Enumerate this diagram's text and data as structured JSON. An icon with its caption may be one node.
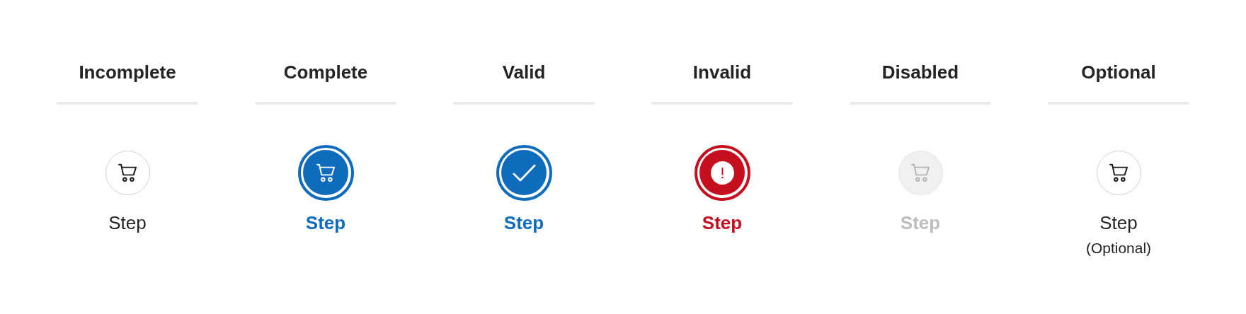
{
  "diagram": {
    "nodes": [
      {
        "text": [],
        "shape": "circle",
        "beside": [
          "Incomplete",
          "Step"
        ]
      },
      {
        "text": [],
        "shape": "circle",
        "beside": [
          "Complete",
          "Step"
        ]
      },
      {
        "text": [],
        "shape": "circle",
        "beside": [
          "Valid",
          "Step"
        ]
      },
      {
        "text": [],
        "shape": "circle",
        "beside": [
          "Invalid",
          "Step"
        ]
      },
      {
        "text": [],
        "shape": "circle",
        "beside": [
          "Disabled",
          "Step"
        ]
      },
      {
        "text": [],
        "shape": "circle",
        "beside": [
          "Optional",
          "Step",
          "(Optional)"
        ]
      }
    ]
  }
}
